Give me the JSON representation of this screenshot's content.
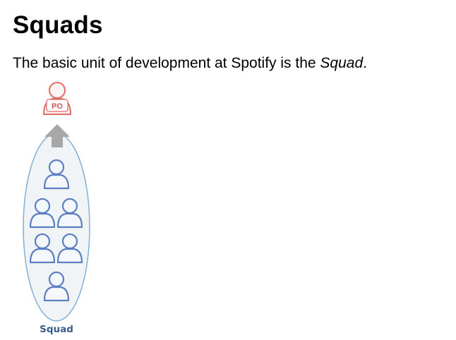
{
  "slide": {
    "title": "Squads",
    "intro_prefix": "The basic unit of development at Spotify is the ",
    "intro_emphasis": "Squad",
    "intro_suffix": "."
  },
  "diagram": {
    "owner_label": "PO",
    "group_label": "Squad",
    "member_icon": "person-icon",
    "owner_icon": "product-owner-icon",
    "arrow_icon": "arrow-up-icon",
    "member_count": 6,
    "colors": {
      "member_outline": "#5b7fc0",
      "member_fill": "#f4f7fb",
      "owner_outline": "#e06a66",
      "owner_fill": "#fdf3f2",
      "ellipse_outline": "#7fb0d8",
      "ellipse_fill": "#f1f4f7",
      "arrow": "#a8a8a8",
      "label": "#3d5c8c"
    }
  }
}
